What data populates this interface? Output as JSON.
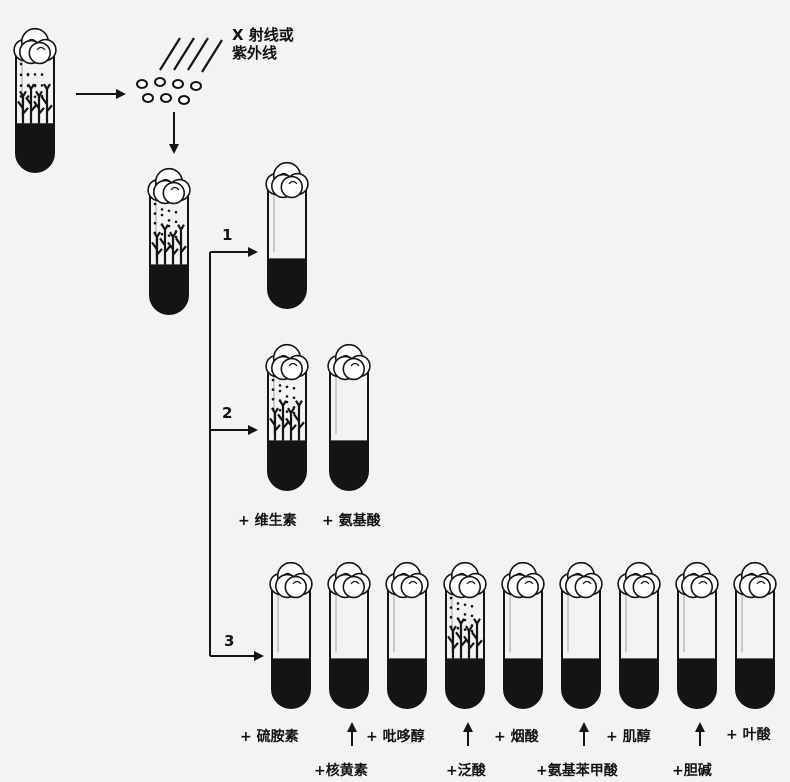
{
  "radiation_label_line1": "X 射线或",
  "radiation_label_line2": "紫外线",
  "step_numbers": [
    "1",
    "2",
    "3"
  ],
  "row2_labels": [
    "+ 维生素",
    "+ 氨基酸"
  ],
  "row3_top_labels": [
    "+ 硫胺素",
    "+ 吡哆醇",
    "+ 烟酸",
    "+ 肌醇",
    "+ 叶酸"
  ],
  "row3_bottom_labels": [
    "+核黄素",
    "+泛酸",
    "+氨基苯甲酸",
    "+胆碱"
  ],
  "colors": {
    "ink": "#141414",
    "paper": "#f3f3f1",
    "glass": "#ffffff"
  }
}
